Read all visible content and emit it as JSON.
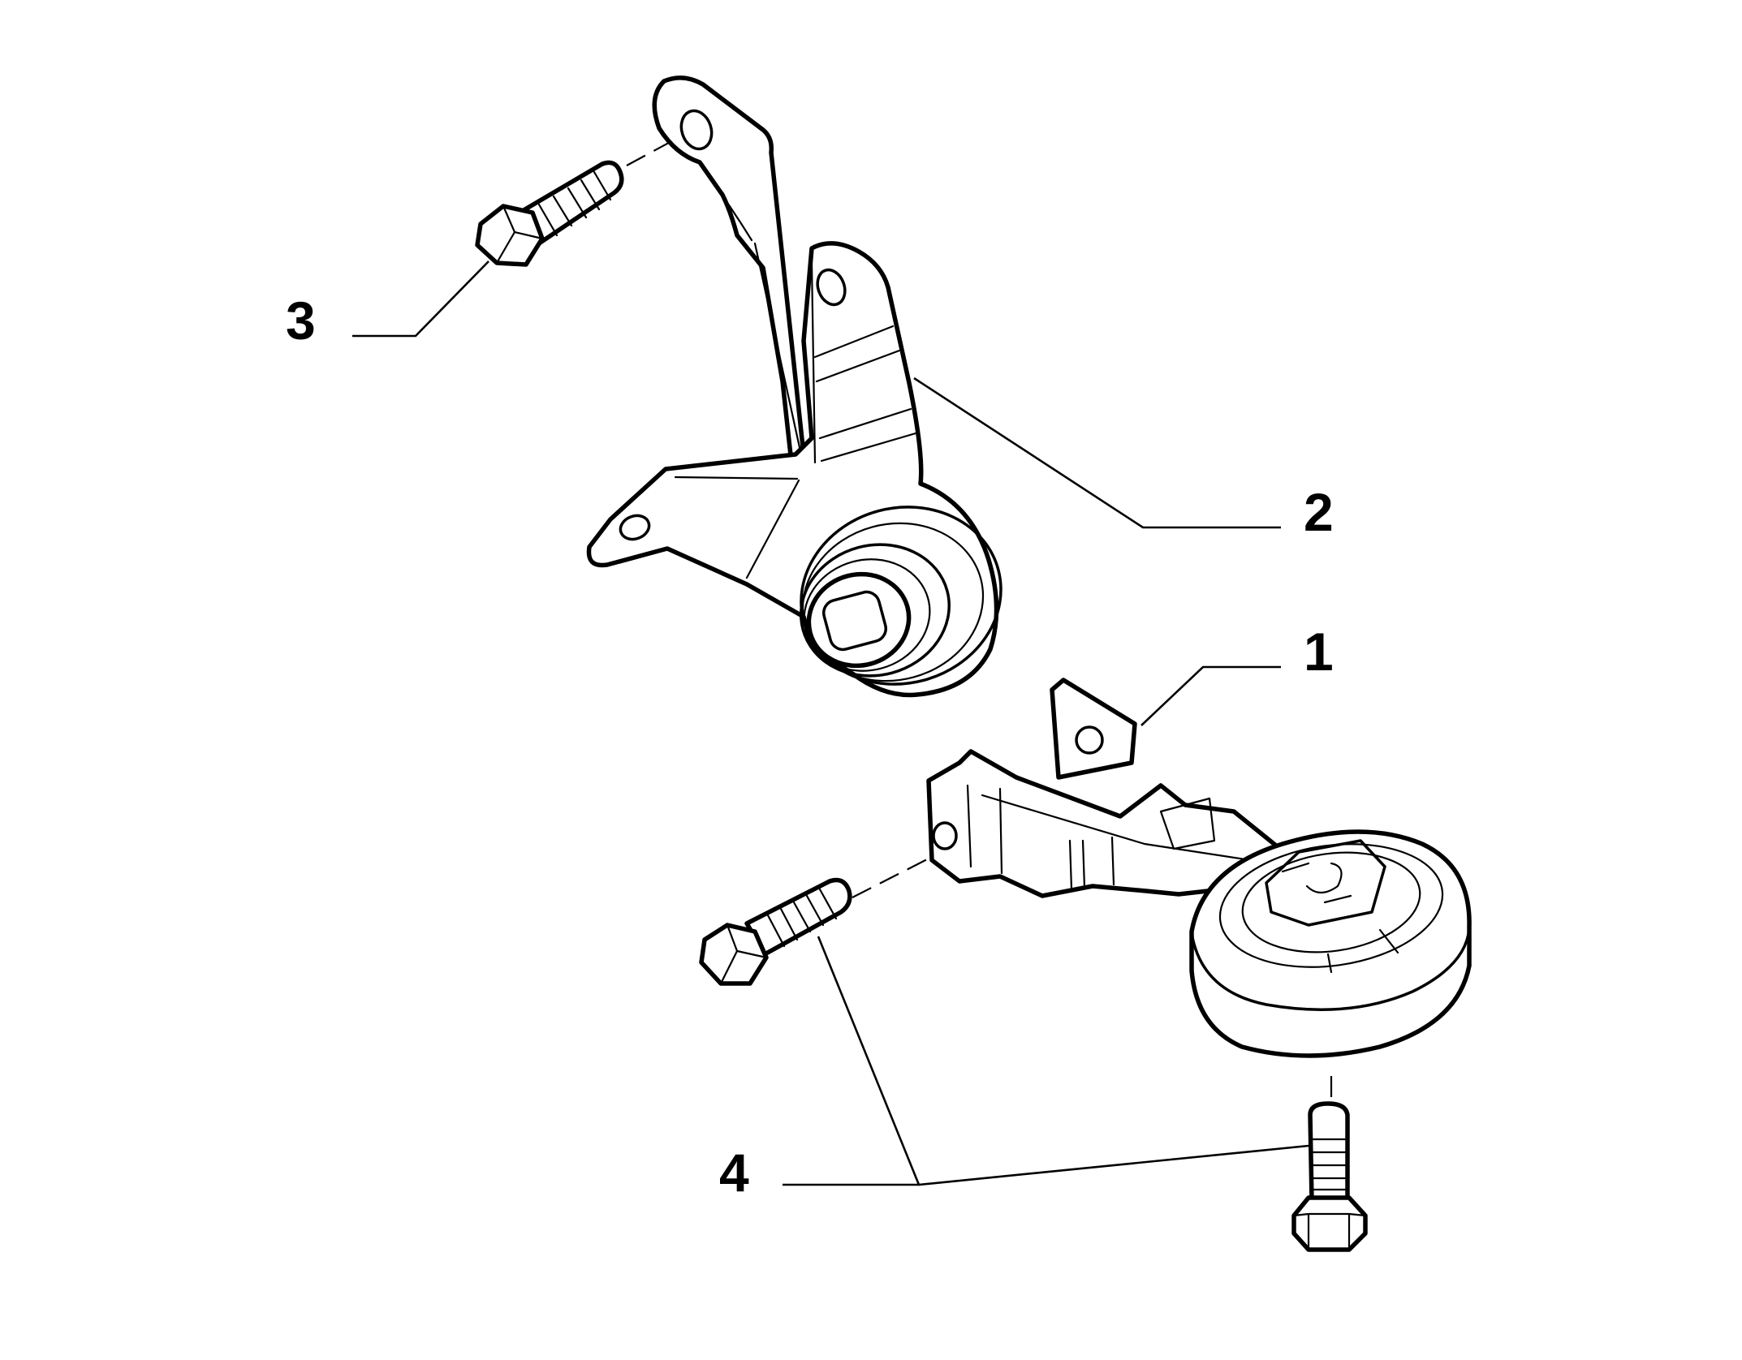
{
  "diagram": {
    "callouts": [
      {
        "id": "1",
        "label": "1"
      },
      {
        "id": "2",
        "label": "2"
      },
      {
        "id": "3",
        "label": "3"
      },
      {
        "id": "4",
        "label": "4"
      }
    ],
    "parts": [
      {
        "callout": "1",
        "icon": "engine-mount-bracket-with-bushing"
      },
      {
        "callout": "2",
        "icon": "engine-support-bracket-with-bushing"
      },
      {
        "callout": "3",
        "icon": "hex-bolt-icon"
      },
      {
        "callout": "4",
        "icon": "hex-bolt-icon"
      }
    ],
    "colors": {
      "line": "#000000",
      "background": "#ffffff"
    }
  }
}
